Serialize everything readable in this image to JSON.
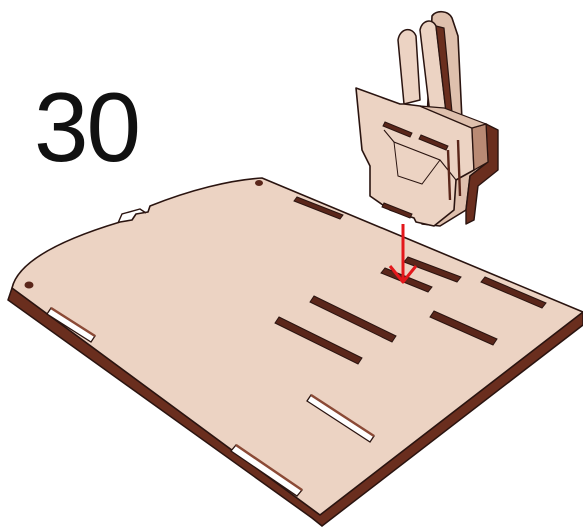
{
  "step": {
    "number": "30"
  },
  "colors": {
    "plywood_face": "#ecd3c3",
    "plywood_shade": "#dfc0ad",
    "plywood_edge": "#6a2e1e",
    "outline": "#2a1410",
    "arrow": "#e3171b",
    "background": "#ffffff"
  },
  "parts": [
    {
      "name": "base-plate",
      "description_visible": false
    },
    {
      "name": "upright-bracket",
      "description_visible": false
    }
  ],
  "icons": [
    "insertion-arrow"
  ]
}
